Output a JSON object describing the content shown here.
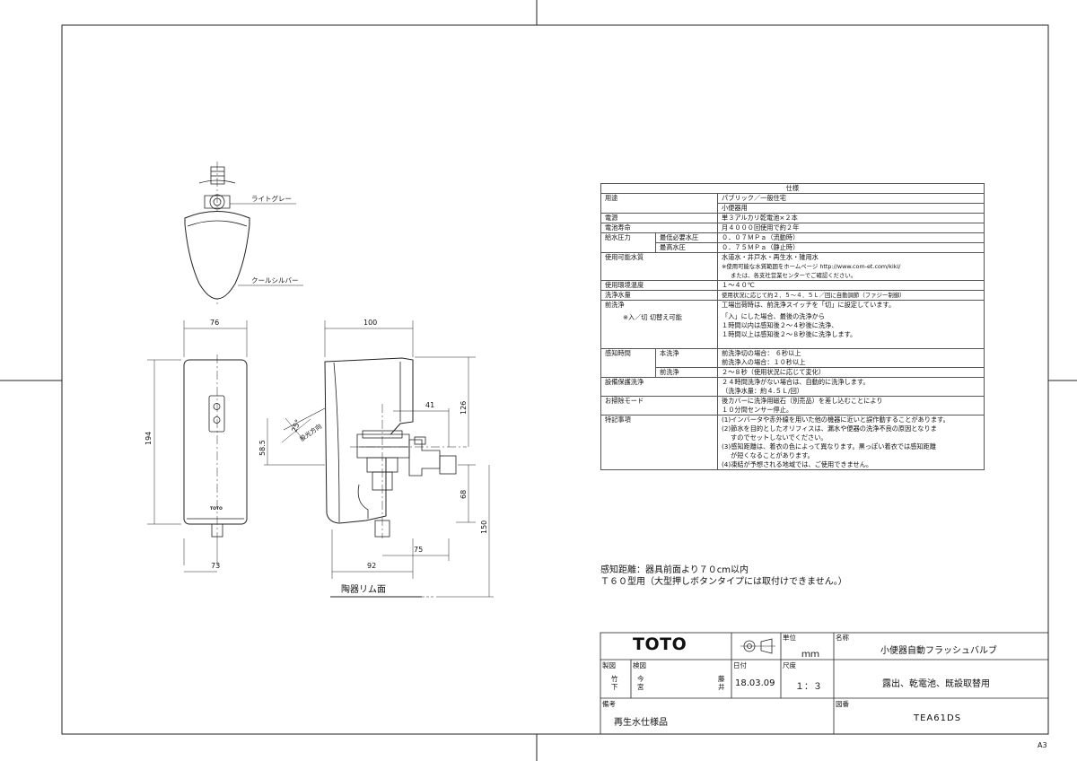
{
  "drawing": {
    "callouts": {
      "light_gray": "ライトグレー",
      "cool_silver": "クールシルバー",
      "light_direction": "投光方向",
      "rim_surface": "陶器リム面"
    },
    "brand_mark": "TOTO",
    "dimensions": {
      "width_76": "76",
      "width_100": "100",
      "height_194": "194",
      "angle_25": "25°",
      "d_41": "41",
      "d_126": "126",
      "d_58_5": "58.5",
      "d_68": "68",
      "d_150": "150",
      "d_75": "75",
      "d_92": "92",
      "d_73": "73"
    }
  },
  "spec": {
    "title": "仕様",
    "rows": {
      "use_label": "用途",
      "use_1": "パブリック／一般住宅",
      "use_2": "小便器用",
      "power_label": "電源",
      "power": "単３アルカリ乾電池×２本",
      "battery_label": "電池寿命",
      "battery": "月４０００回使用で約２年",
      "pressure_label": "給水圧力",
      "pressure_min_label": "最低必要水圧",
      "pressure_min": "０．０７ＭＰａ（流動時）",
      "pressure_max_label": "最高水圧",
      "pressure_max": "０．７５ＭＰａ（静止時）",
      "water_label": "使用可能水質",
      "water_1": "水道水・井戸水・再生水・雑用水",
      "water_2": "※使用可能な水質範囲をホームページ http://www.com-et.com/kiki/",
      "water_3": "または、各支社営業センターでご確認ください。",
      "temp_label": "使用環境温度",
      "temp": "１～４０℃",
      "flush_label": "洗浄水量",
      "flush": "使用状況に応じて約２．５～４．５Ｌ／回に自動調節（ファジー制御）",
      "pre_label": "前洗浄",
      "pre_sub": "※入／切 切替え可能",
      "pre_1": "工場出荷時は、前洗浄スイッチを「切」に設定しています。",
      "pre_2": "「入」にした場合、最後の洗浄から",
      "pre_3": "１時間以内は感知後２～４秒後に洗浄、",
      "pre_4": "１時間以上は感知後２～８秒後に洗浄します。",
      "sense_label": "感知時間",
      "sense_main_label": "本洗浄",
      "sense_main_1": "前洗浄切の場合： ６秒以上",
      "sense_main_2": "前洗浄入の場合：１０秒以上",
      "sense_pre_label": "前洗浄",
      "sense_pre": "２～８秒（使用状況に応じて変化）",
      "protect_label": "設備保護洗浄",
      "protect_1": "２４時間洗浄がない場合は、自動的に洗浄します。",
      "protect_2": "（洗浄水量：約４.５Ｌ/回）",
      "cleaning_label": "お掃除モード",
      "cleaning_1": "後カバーに洗浄用磁石（別売品）を差し込むことにより",
      "cleaning_2": "１０分間センサー停止。",
      "notes_label": "特記事項",
      "notes_1": "(1)インバータや赤外線を用いた他の機器に近いと誤作動することがあります。",
      "notes_2": "(2)節水を目的としたオリフィスは、漏水や便器の洗浄不良の原因となりま",
      "notes_3": "すのでセットしないでください。",
      "notes_4": "(3)感知距離は、着衣の色によって異なります。黒っぽい着衣では感知距離",
      "notes_5": "が短くなることがあります。",
      "notes_6": "(4)凍結が予想される地域では、ご使用できません。"
    }
  },
  "notes": {
    "line1": "感知距離：器具前面より７０cm以内",
    "line2": "Ｔ６０型用（大型押しボタンタイプには取付けできません。）"
  },
  "title_block": {
    "logo": "TOTO",
    "unit_label": "単位",
    "unit_value": "ｍｍ",
    "name_label": "名称",
    "name_value": "小便器自動フラッシュバルブ",
    "drawn_label": "製図",
    "drawn_value": "竹下",
    "checked_label": "検図",
    "checked_value_1": "今宮",
    "checked_value_2": "藤井",
    "date_label": "日付",
    "date_value": "18.03.09",
    "scale_label": "尺度",
    "scale_value": "１：３",
    "subtitle": "露出、乾電池、既設取替用",
    "remarks_label": "備考",
    "remarks_value": "再生水仕様品",
    "number_label": "図番",
    "number_value": "TEA61DS"
  },
  "sheet_size": "A3"
}
